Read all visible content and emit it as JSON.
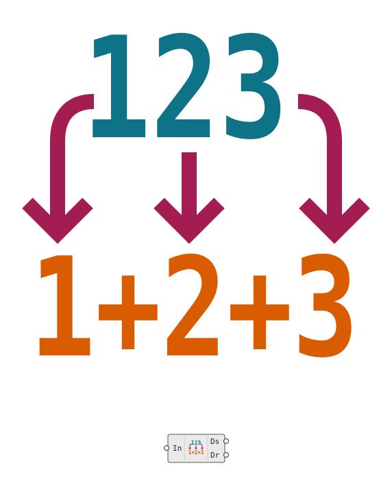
{
  "diagram": {
    "input_number": "123",
    "output_expression": "1+2+3",
    "colors": {
      "input": "#0e7386",
      "arrows": "#a41d52",
      "output": "#d95c00",
      "component_fill": "#eaeaea",
      "component_stroke": "#555555"
    }
  },
  "component": {
    "input_param": "In",
    "output_params": [
      "Ds",
      "Dr"
    ],
    "icon": "digit-sum-icon",
    "icon_top_text": "123",
    "icon_bottom_text": "1+2+3"
  }
}
